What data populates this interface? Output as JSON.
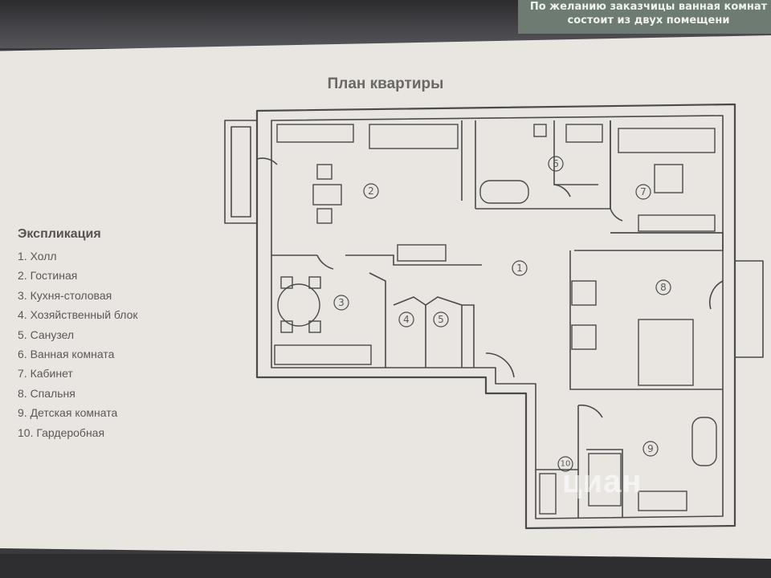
{
  "background_card": {
    "line1": "По желанию заказчицы ванная комнат",
    "line2": "состоит из двух помещени"
  },
  "plan": {
    "title": "План квартиры",
    "room_numbers": [
      "1",
      "2",
      "3",
      "4",
      "5",
      "6",
      "7",
      "8",
      "9",
      "10"
    ]
  },
  "legend": {
    "title": "Экспликация",
    "items": [
      "1. Холл",
      "2. Гостиная",
      "3. Кухня-столовая",
      "4. Хозяйственный блок",
      "5. Санузел",
      "6. Ванная комната",
      "7. Кабинет",
      "8. Спальня",
      "9. Детская комната",
      "10. Гардеробная"
    ]
  },
  "watermark": {
    "text": "циан"
  },
  "colors": {
    "paper": "#e9e6e2",
    "line": "#4a4a4a",
    "text": "#5a5856",
    "card": "#6d7b72"
  }
}
